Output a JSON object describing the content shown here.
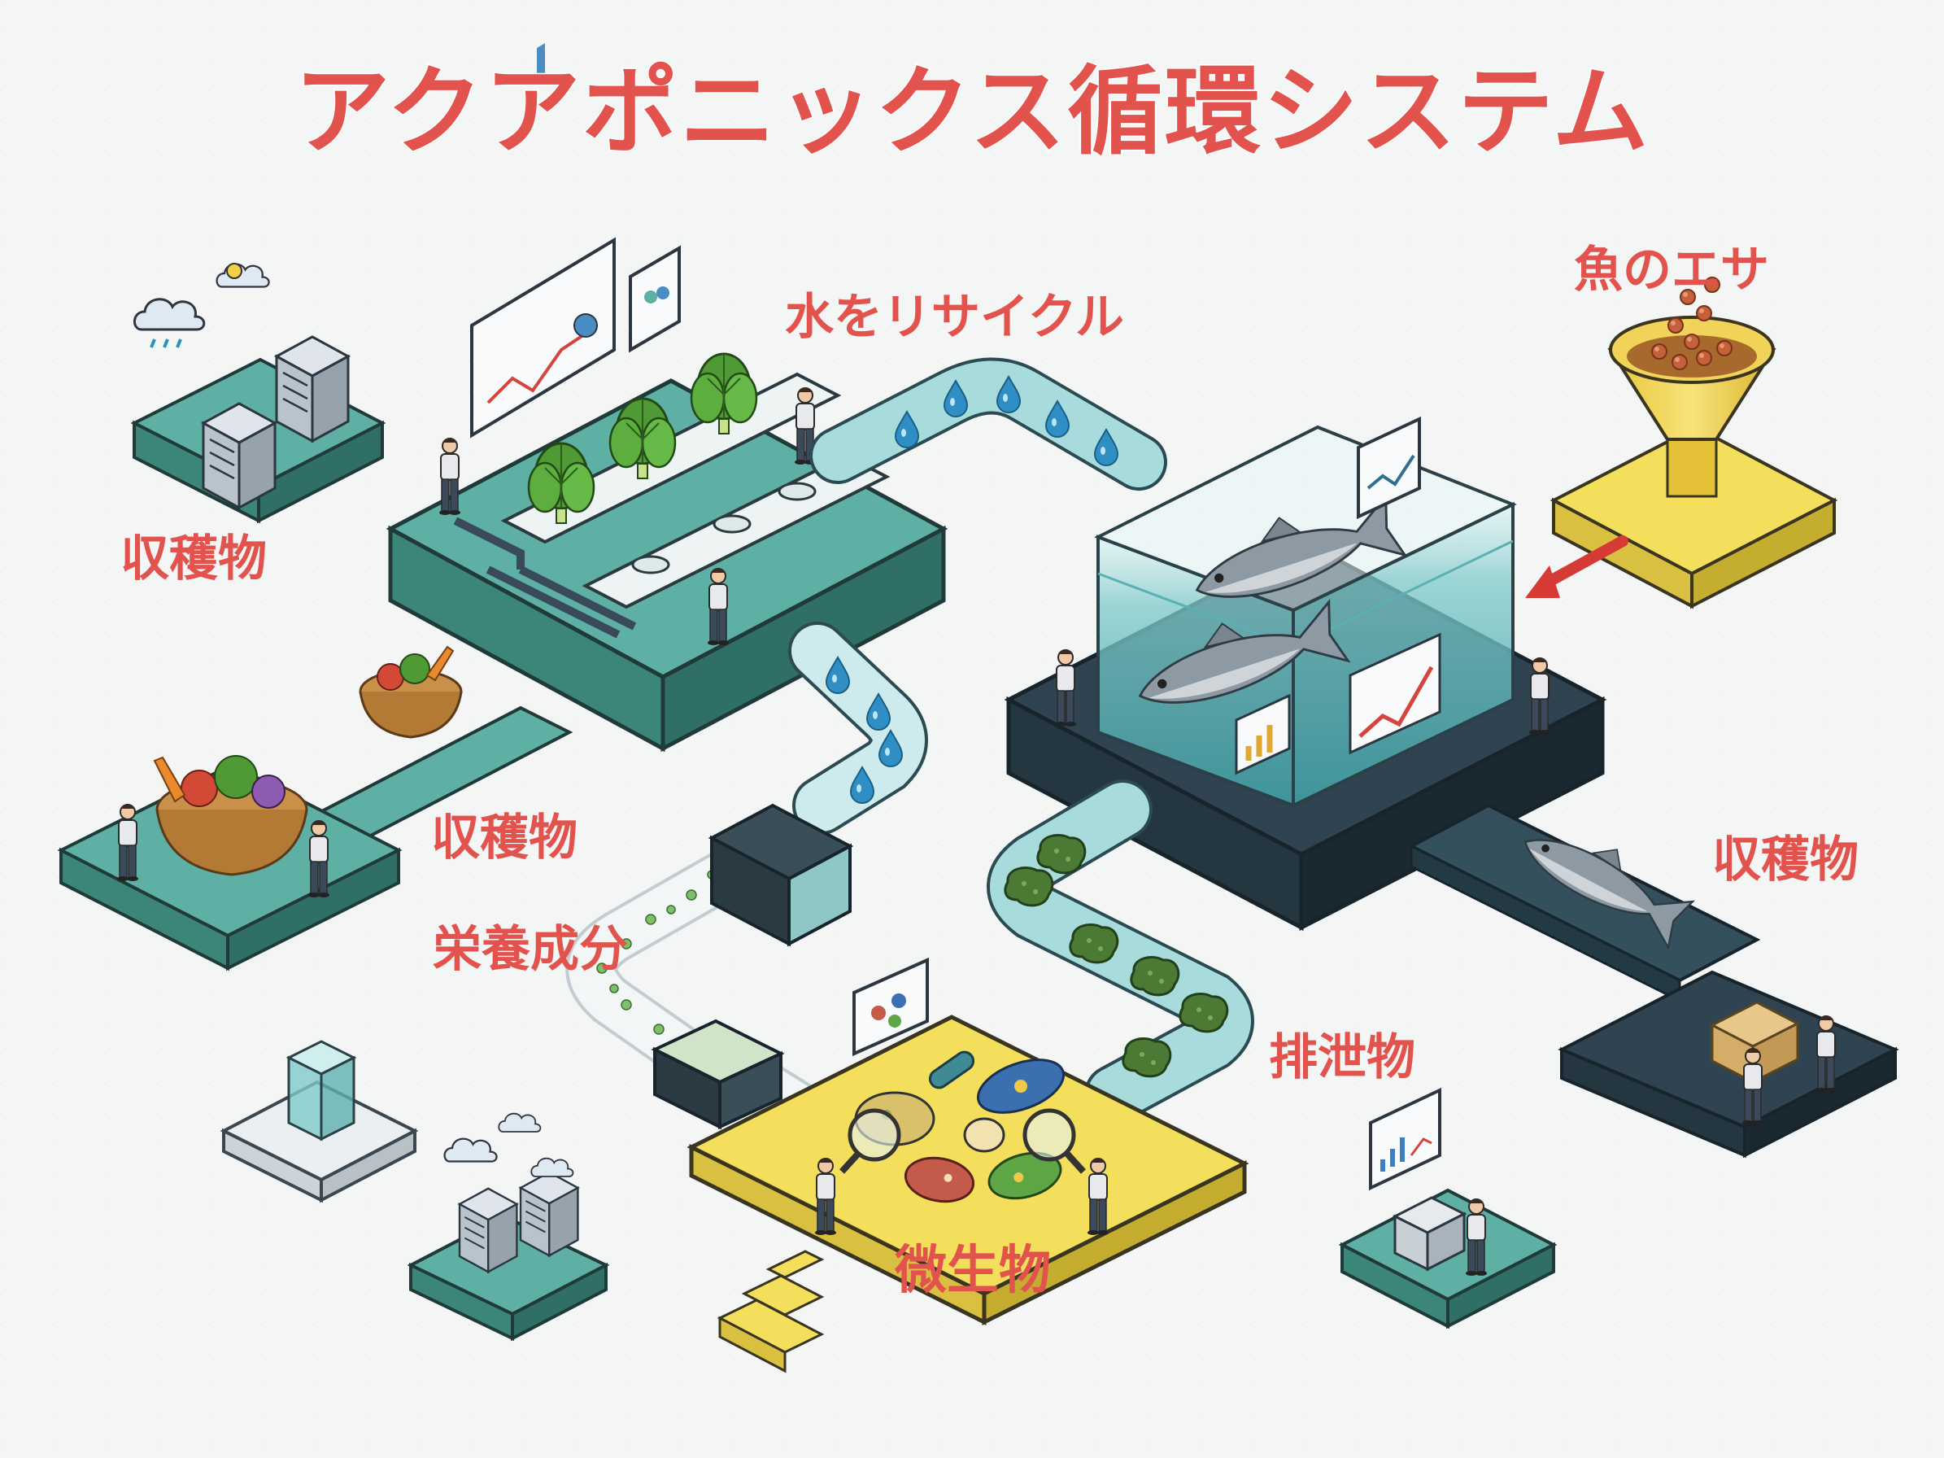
{
  "title": "アクアポニックス循環システム",
  "labels": {
    "harvest_top_left": "収穫物",
    "water_recycle": "水をリサイクル",
    "fish_feed": "魚のエサ",
    "harvest_middle": "収穫物",
    "nutrients": "栄養成分",
    "harvest_right": "収穫物",
    "excrement": "排泄物",
    "microbes": "微生物"
  },
  "colors": {
    "label_red": "#e2534e",
    "teal_platform": "#4fa69a",
    "dark_platform": "#2c3e48",
    "yellow_platform": "#f4df5c",
    "pipe_water": "#a8dbdc",
    "water_drop": "#2f8fc5",
    "waste_green": "#4a7a34",
    "grid_line": "#d7dcdf"
  },
  "icons": [
    "weather-cloud-icon",
    "server-rack-icon",
    "dashboard-monitor-icon",
    "lettuce-plant-icon",
    "vegetable-basket-icon",
    "fish-icon",
    "funnel-feed-icon",
    "bacteria-icon",
    "magnifier-icon",
    "filter-box-icon",
    "stairs-icon",
    "control-terminal-icon",
    "box-package-icon",
    "person-icon",
    "arrow-icon"
  ]
}
